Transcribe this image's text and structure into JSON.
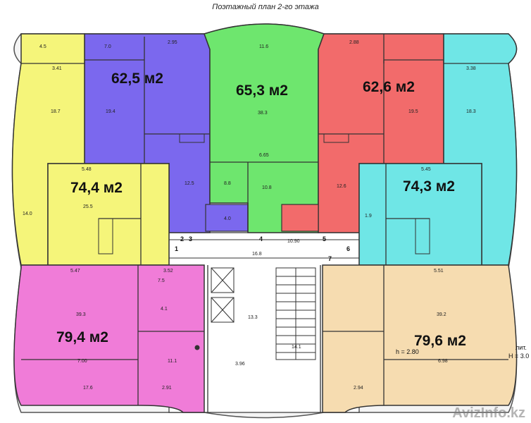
{
  "title": "Поэтажный план 2-го этажа",
  "apartments": [
    {
      "id": "a1",
      "area": "62,5 м2",
      "color": "#7b68ee"
    },
    {
      "id": "a2",
      "area": "65,3 м2",
      "color": "#6ee66e"
    },
    {
      "id": "a3",
      "area": "62,6 м2",
      "color": "#f26b6b"
    },
    {
      "id": "a4",
      "area": "74,4 м2",
      "color": "#f5f57a"
    },
    {
      "id": "a5",
      "area": "74,3 м2",
      "color": "#6fe6e6"
    },
    {
      "id": "a6",
      "area": "79,4 м2",
      "color": "#f07cd8"
    },
    {
      "id": "a7",
      "area": "79,6 м2",
      "color": "#f6dcb0"
    }
  ],
  "labels": {
    "lit": "лит.",
    "height": "H = 3.0",
    "h_inner": "h = 2.80",
    "watermark": "AvizInfo.kz"
  },
  "room_texts": [
    "19.4",
    "18.7",
    "38.3",
    "19.5",
    "18.3",
    "25.5",
    "14.0",
    "39.3",
    "39.2",
    "11.1",
    "17.6",
    "16.8",
    "13.3",
    "14.1",
    "12.5",
    "10.8",
    "12.6",
    "4.5",
    "7.0",
    "11.6",
    "8.8",
    "4.0",
    "7.5",
    "4.1",
    "1.9",
    "3.52",
    "3.41",
    "5.48",
    "5.45",
    "6.65",
    "3.38",
    "2.95",
    "2.88",
    "5.47",
    "5.51",
    "7.00",
    "6.98",
    "3.96",
    "2.91",
    "2.94",
    "10.90"
  ],
  "axis_labels": [
    "1",
    "2",
    "3",
    "4",
    "5",
    "6",
    "7"
  ]
}
